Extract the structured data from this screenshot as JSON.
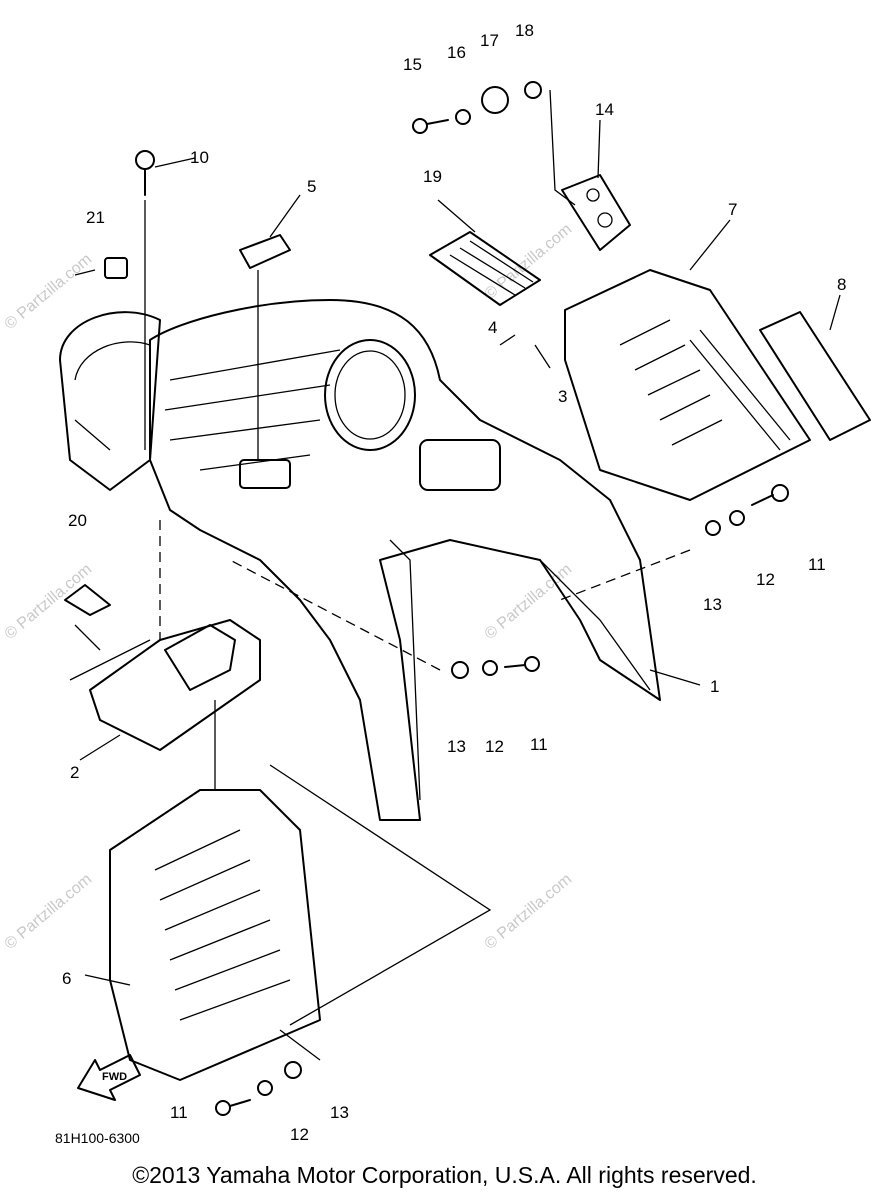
{
  "watermark": "© Partzilla.com",
  "parts": [
    "1",
    "2",
    "3",
    "4",
    "5",
    "6",
    "7",
    "8",
    "10",
    "11",
    "12",
    "13",
    "14",
    "15",
    "16",
    "17",
    "18",
    "19",
    "20",
    "21"
  ],
  "figure_code": "81H100-6300",
  "direction_marker": "FWD",
  "copyright": "©2013 Yamaha Motor Corporation, U.S.A. All rights reserved."
}
